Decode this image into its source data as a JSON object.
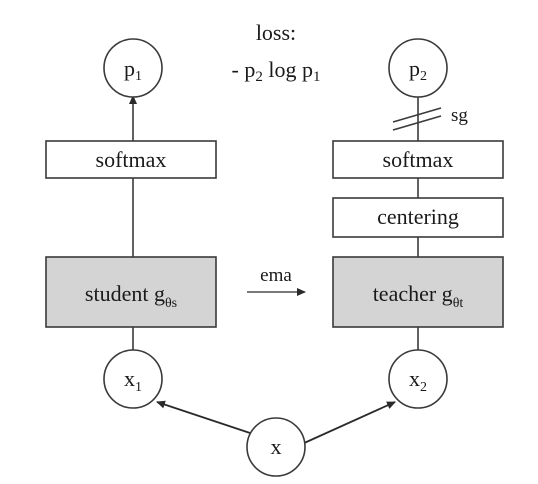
{
  "loss": {
    "line1": "loss:",
    "line2_prefix": "- p",
    "line2_sub1": "2",
    "line2_mid": " log p",
    "line2_sub2": "1"
  },
  "student": {
    "output": {
      "base": "p",
      "sub": "1"
    },
    "softmax": "softmax",
    "network": {
      "label": "student g",
      "sub": "θs"
    },
    "input": {
      "base": "x",
      "sub": "1"
    }
  },
  "teacher": {
    "output": {
      "base": "p",
      "sub": "2"
    },
    "stop_gradient": "sg",
    "softmax": "softmax",
    "centering": "centering",
    "network": {
      "label": "teacher g",
      "sub": "θt"
    },
    "input": {
      "base": "x",
      "sub": "2"
    }
  },
  "ema_label": "ema",
  "source_input": "x",
  "colors": {
    "network_fill": "#d4d4d4",
    "stroke": "#3a3a3a",
    "box_fill": "#ffffff"
  }
}
